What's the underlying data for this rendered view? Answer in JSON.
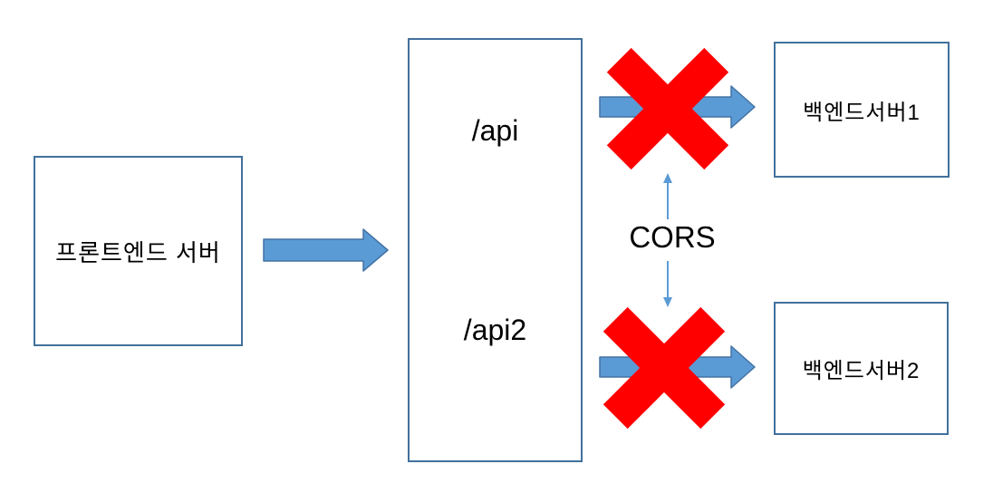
{
  "colors": {
    "background": "#FFFFFF",
    "box_border": "#41719C",
    "arrow_fill": "#5B9BD5",
    "arrow_stroke": "#4472A4",
    "thin_arrow": "#5B9BD5",
    "blocked_x": "#FF0000",
    "text": "#000000"
  },
  "diagram": {
    "frontend_box": {
      "label": "프론트엔드 서버"
    },
    "proxy_box": {
      "routes": [
        {
          "label": "/api"
        },
        {
          "label": "/api2"
        }
      ]
    },
    "backend_boxes": [
      {
        "label": "백엔드서버1"
      },
      {
        "label": "백엔드서버2"
      }
    ],
    "cors_label": "CORS"
  }
}
